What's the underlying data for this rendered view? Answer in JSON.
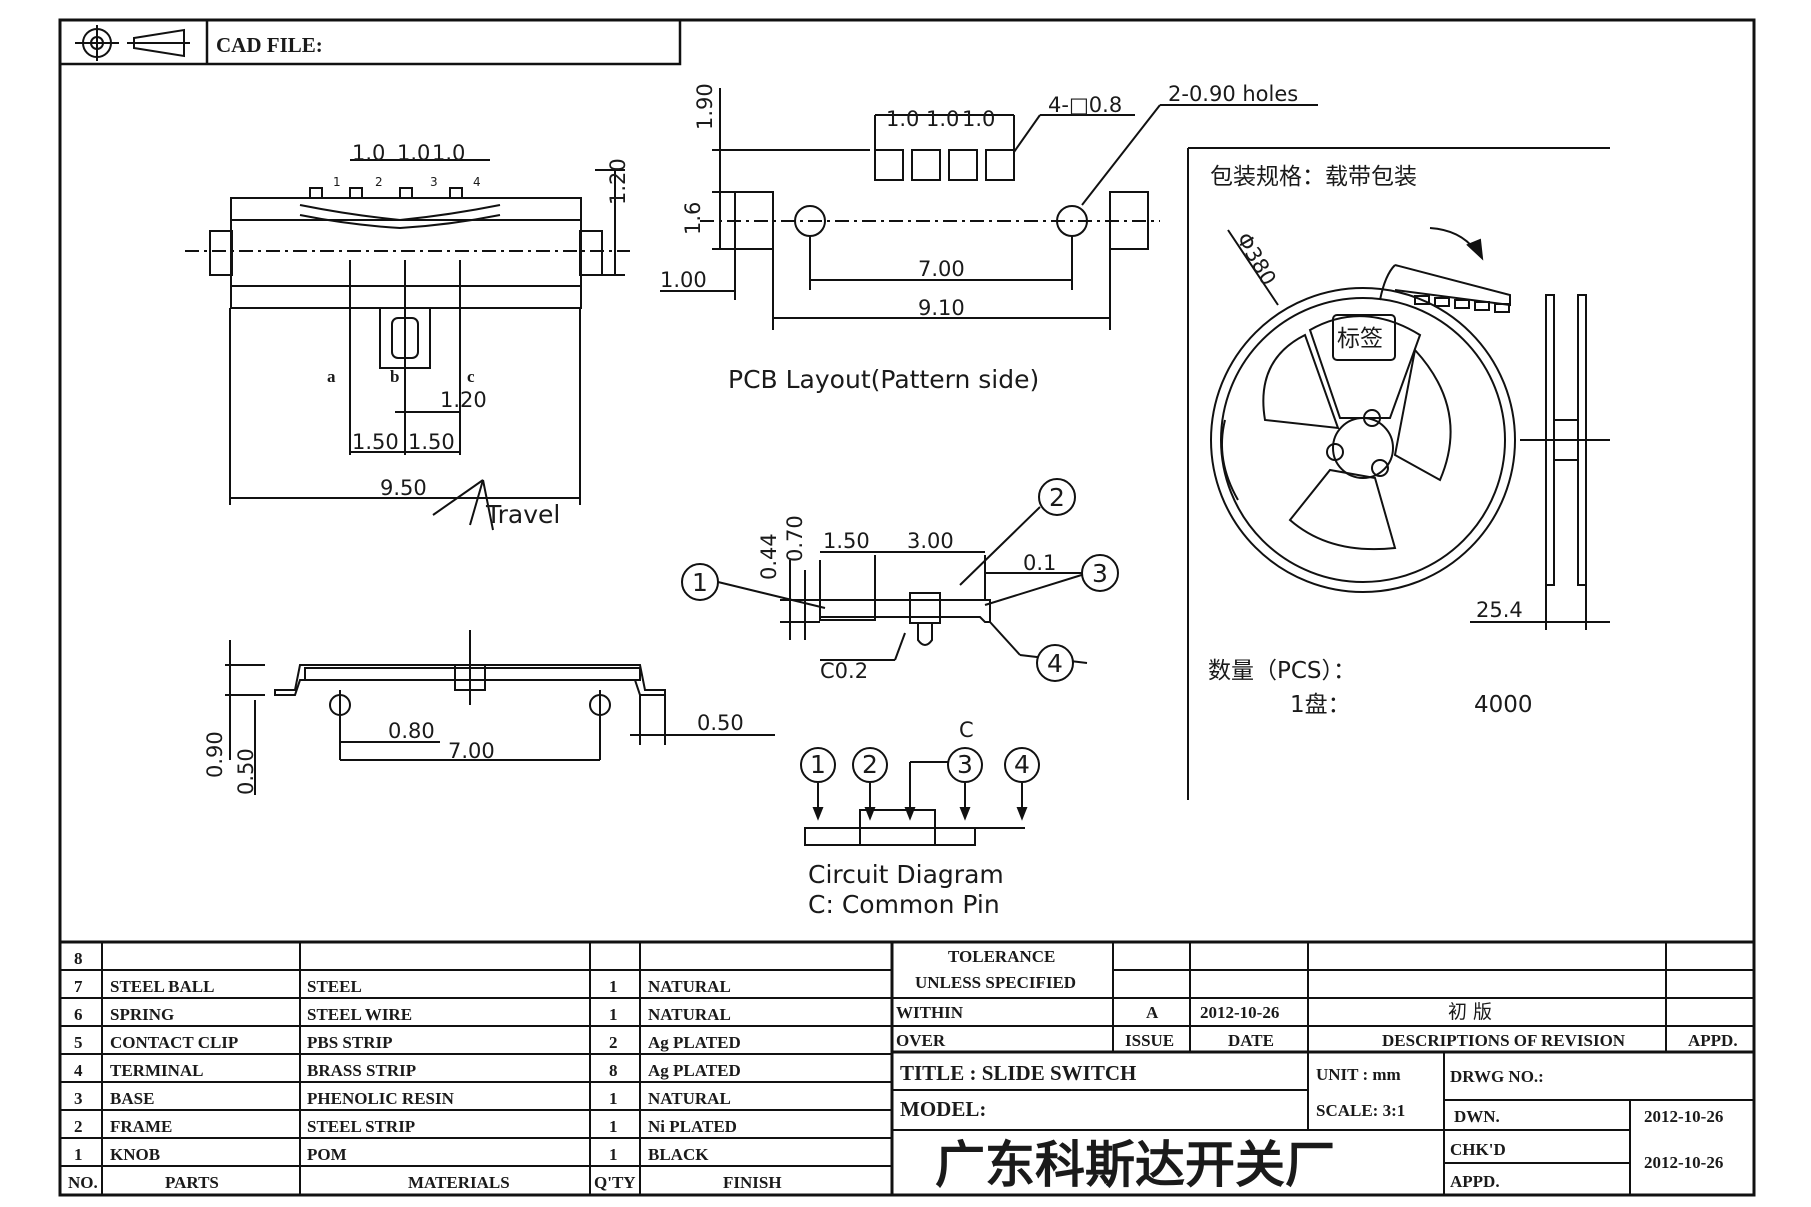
{
  "header": {
    "cad_file": "CAD FILE:"
  },
  "drawing": {
    "top_view": {
      "pin_pitch": [
        "1.0",
        "1.0",
        "1.0"
      ],
      "pin_numbers": [
        "1",
        "2",
        "3",
        "4"
      ],
      "height_dim": "1.20",
      "positions": [
        "a",
        "b",
        "c"
      ],
      "knob_dim": "1.20",
      "travel_dims": [
        "1.50",
        "1.50"
      ],
      "width_dim": "9.50",
      "travel_label": "Travel"
    },
    "pcb": {
      "dim_1_90": "1.90",
      "pad_pitch": [
        "1.0",
        "1.0",
        "1.0"
      ],
      "pad_note": "4-□0.8",
      "hole_note": "2-0.90 holes",
      "dim_1_6": "1.6",
      "dim_1_00": "1.00",
      "dim_7_00": "7.00",
      "dim_9_10": "9.10",
      "caption": "PCB Layout(Pattern side)"
    },
    "side_view": {
      "dim_0_90": "0.90",
      "dim_0_50_left": "0.50",
      "dim_0_80": "0.80",
      "dim_7_00": "7.00",
      "dim_0_50_right": "0.50"
    },
    "detail": {
      "dim_0_44": "0.44",
      "dim_0_70": "0.70",
      "dim_1_50": "1.50",
      "dim_3_00": "3.00",
      "dim_0_1": "0.1",
      "chamfer": "C0.2",
      "callouts": [
        "1",
        "2",
        "3",
        "4"
      ]
    },
    "circuit": {
      "common": "C",
      "pins": [
        "1",
        "2",
        "3",
        "4"
      ],
      "title": "Circuit Diagram",
      "subtitle": "C: Common Pin"
    },
    "packaging": {
      "title": "包装规格：载带包装",
      "diameter": "Φ380",
      "label": "标签",
      "width_dim": "25.4",
      "qty_label": "数量（PCS）：",
      "per_reel_label": "1盘：",
      "qty_value": "4000"
    }
  },
  "bom": {
    "rows": [
      {
        "no": "8",
        "part": "",
        "material": "",
        "qty": "",
        "finish": ""
      },
      {
        "no": "7",
        "part": "STEEL BALL",
        "material": "STEEL",
        "qty": "1",
        "finish": "NATURAL"
      },
      {
        "no": "6",
        "part": "SPRING",
        "material": "STEEL WIRE",
        "qty": "1",
        "finish": "NATURAL"
      },
      {
        "no": "5",
        "part": "CONTACT CLIP",
        "material": "PBS STRIP",
        "qty": "2",
        "finish": "Ag PLATED"
      },
      {
        "no": "4",
        "part": "TERMINAL",
        "material": "BRASS STRIP",
        "qty": "8",
        "finish": "Ag PLATED"
      },
      {
        "no": "3",
        "part": "BASE",
        "material": "PHENOLIC RESIN",
        "qty": "1",
        "finish": "NATURAL"
      },
      {
        "no": "2",
        "part": "FRAME",
        "material": "STEEL STRIP",
        "qty": "1",
        "finish": "Ni PLATED"
      },
      {
        "no": "1",
        "part": "KNOB",
        "material": "POM",
        "qty": "1",
        "finish": "BLACK"
      }
    ],
    "headers": {
      "no": "NO.",
      "parts": "PARTS",
      "materials": "MATERIALS",
      "qty": "Q'TY",
      "finish": "FINISH"
    }
  },
  "title_block": {
    "tolerance": "TOLERANCE",
    "unless": "UNLESS  SPECIFIED",
    "within": "WITHIN",
    "over": "OVER",
    "issue_value": "A",
    "date_value": "2012-10-26",
    "revision_value": "初 版",
    "issue_label": "ISSUE",
    "date_label": "DATE",
    "desc_label": "DESCRIPTIONS OF REVISION",
    "appd_label": "APPD.",
    "title": "TITLE : SLIDE SWITCH",
    "unit": "UNIT : mm",
    "drwg_no": "DRWG NO.:",
    "model": "MODEL:",
    "scale": "SCALE: 3:1",
    "dwn_label": "DWN.",
    "dwn_date": "2012-10-26",
    "company": "广东科斯达开关厂",
    "chkd_label": "CHK'D",
    "chkd_date": "2012-10-26",
    "appd2_label": "APPD."
  }
}
